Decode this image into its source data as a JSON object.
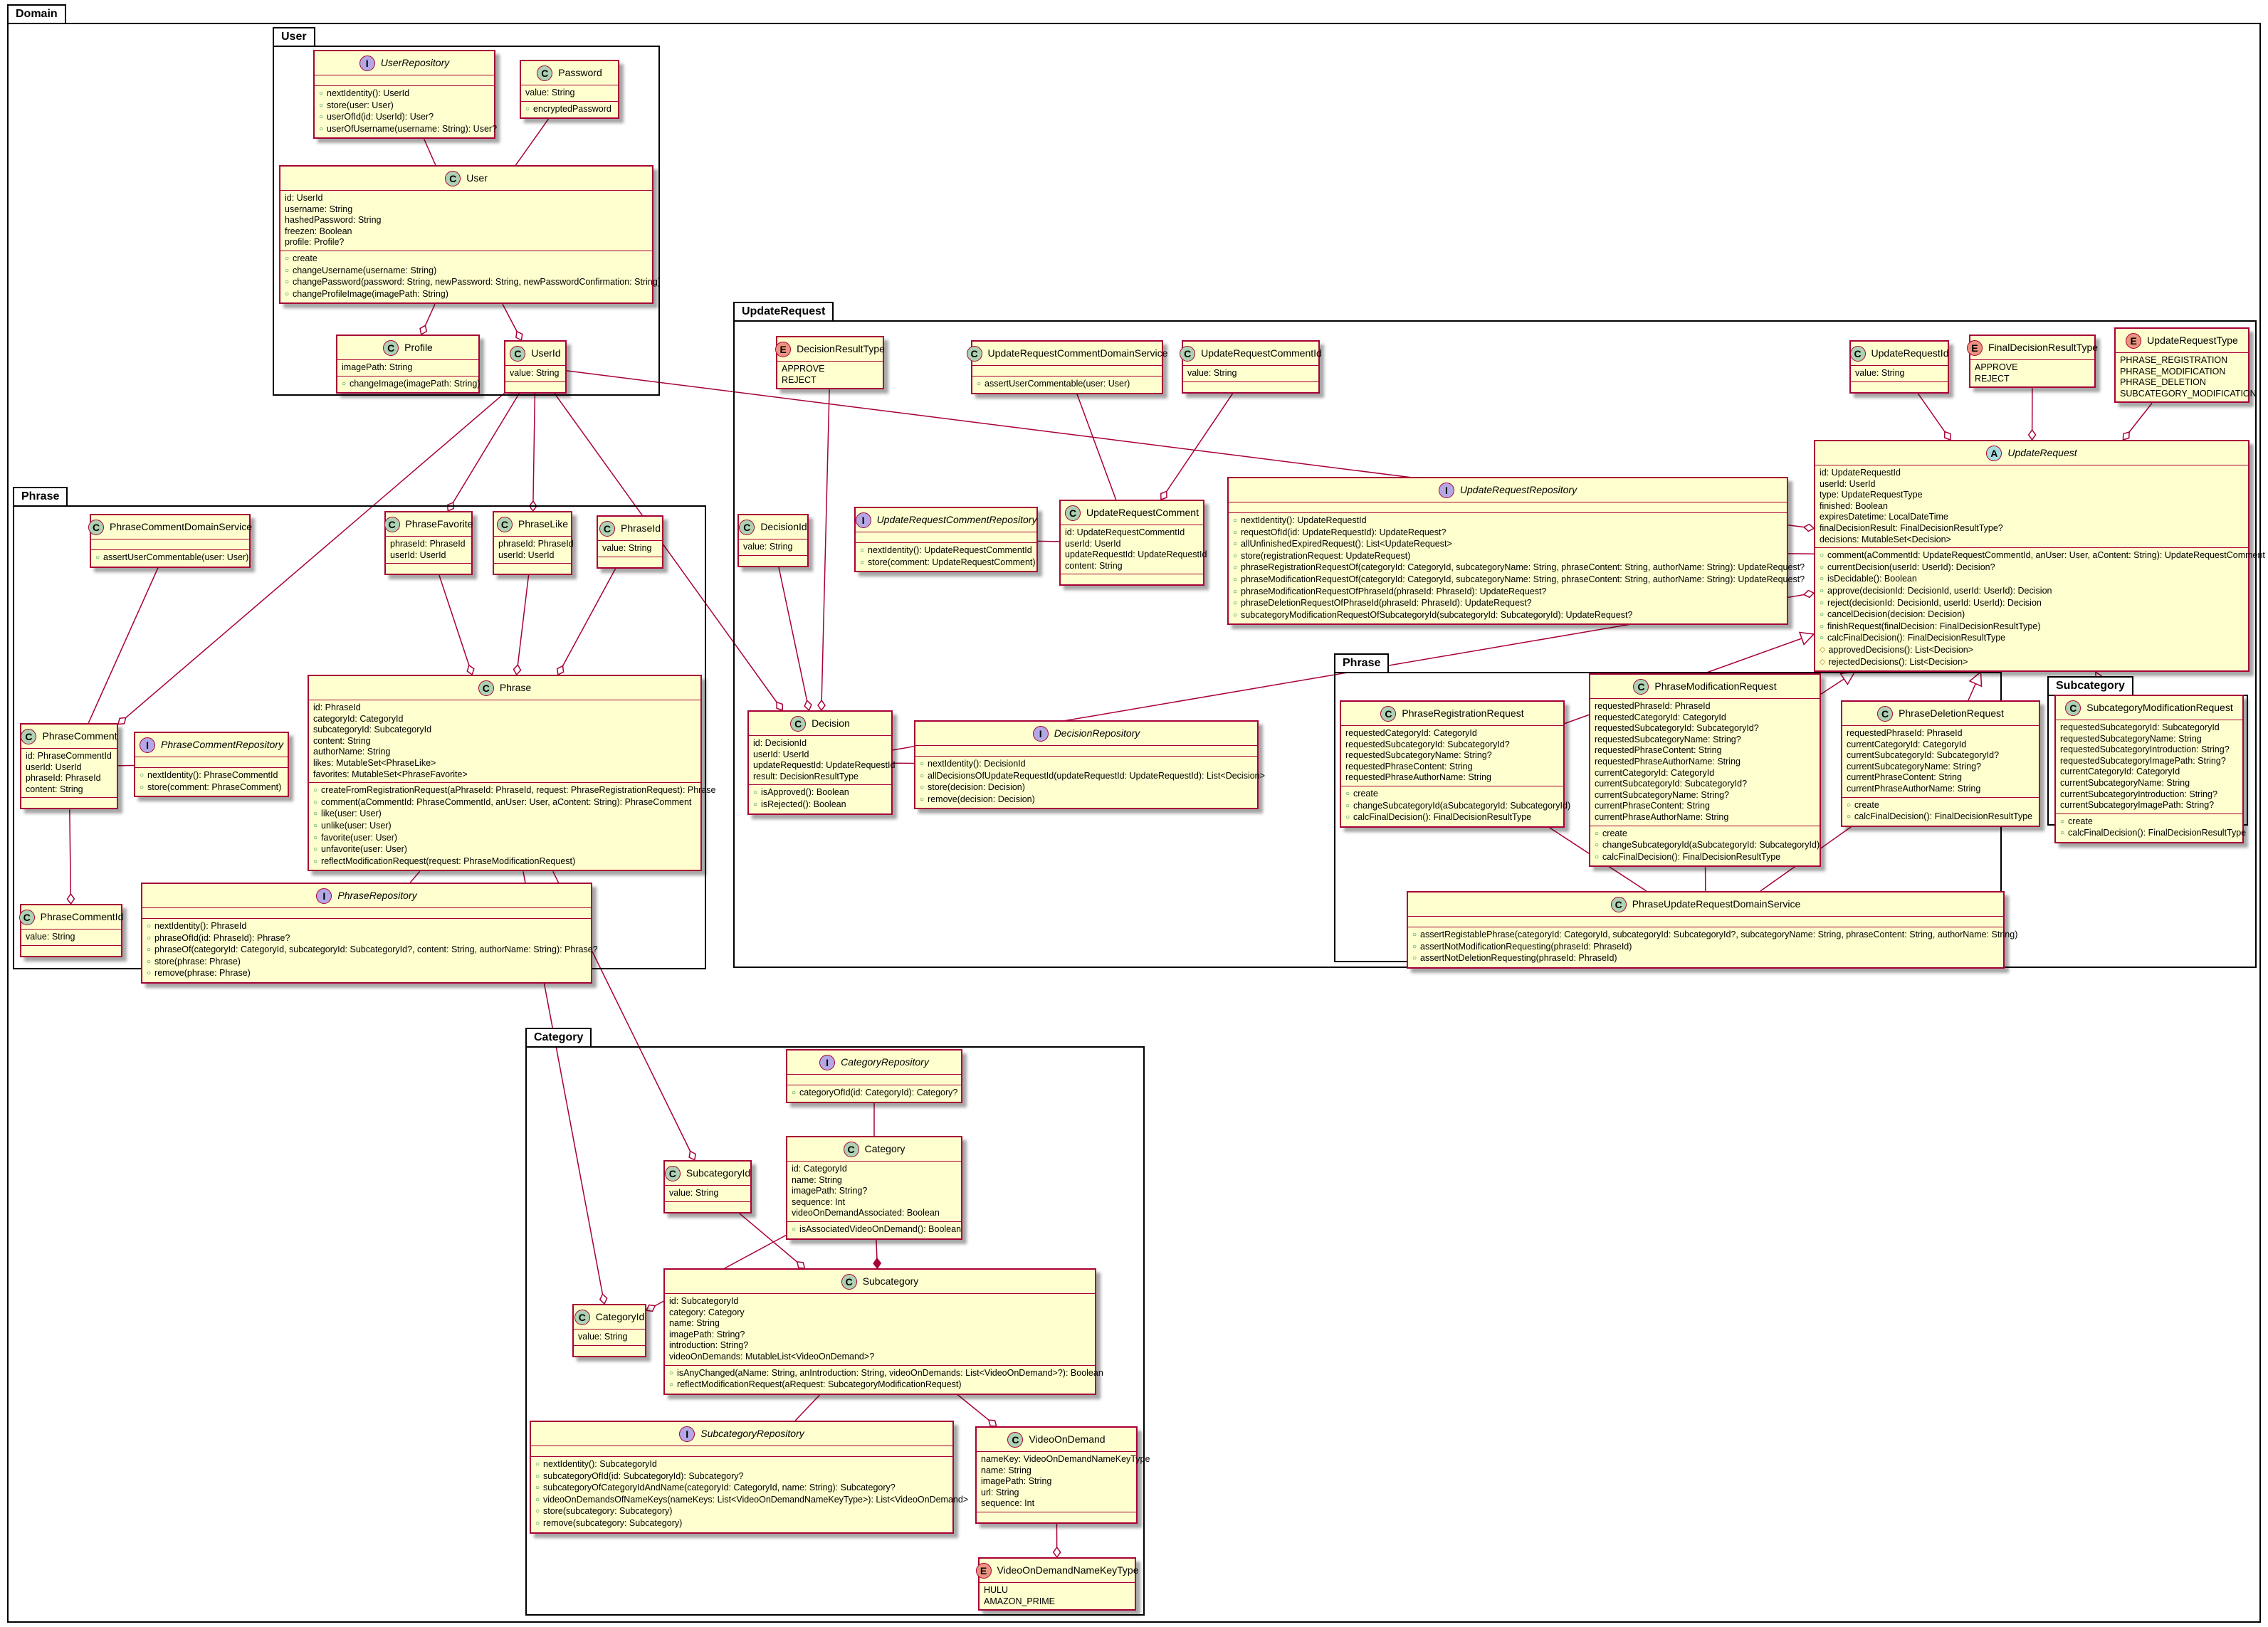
{
  "diagram": {
    "packages": {
      "domain": "Domain",
      "user": "User",
      "phrase": "Phrase",
      "update_request": "UpdateRequest",
      "category": "Category",
      "ur_phrase": "Phrase",
      "ur_subcategory": "Subcategory"
    },
    "classes": {
      "user_repository": {
        "name": "UserRepository",
        "kind": "I",
        "attrs": [],
        "methods": [
          "nextIdentity(): UserId",
          "store(user: User)",
          "userOfId(id: UserId): User?",
          "userOfUsername(username: String): User?"
        ]
      },
      "password": {
        "name": "Password",
        "kind": "C",
        "attrs": [
          "value: String"
        ],
        "methods": [
          "encryptedPassword"
        ]
      },
      "user": {
        "name": "User",
        "kind": "C",
        "attrs": [
          "id: UserId",
          "username: String",
          "hashedPassword: String",
          "freezen: Boolean",
          "profile: Profile?"
        ],
        "methods": [
          "create",
          "changeUsername(username: String)",
          "changePassword(password: String, newPassword: String, newPasswordConfirmation: String)",
          "changeProfileImage(imagePath: String)"
        ]
      },
      "profile": {
        "name": "Profile",
        "kind": "C",
        "attrs": [
          "imagePath: String"
        ],
        "methods": [
          "changeImage(imagePath: String)"
        ]
      },
      "user_id": {
        "name": "UserId",
        "kind": "C",
        "attrs": [
          "value: String"
        ],
        "methods": []
      },
      "phrase_comment_domain_service": {
        "name": "PhraseCommentDomainService",
        "kind": "C",
        "attrs": [],
        "methods": [
          "assertUserCommentable(user: User)"
        ]
      },
      "phrase_favorite": {
        "name": "PhraseFavorite",
        "kind": "C",
        "attrs": [
          "phraseId: PhraseId",
          "userId: UserId"
        ],
        "methods": []
      },
      "phrase_like": {
        "name": "PhraseLike",
        "kind": "C",
        "attrs": [
          "phraseId: PhraseId",
          "userId: UserId"
        ],
        "methods": []
      },
      "phrase_id": {
        "name": "PhraseId",
        "kind": "C",
        "attrs": [
          "value: String"
        ],
        "methods": []
      },
      "phrase": {
        "name": "Phrase",
        "kind": "C",
        "attrs": [
          "id: PhraseId",
          "categoryId: CategoryId",
          "subcategoryId: SubcategoryId",
          "content: String",
          "authorName: String",
          "likes: MutableSet<PhraseLike>",
          "favorites: MutableSet<PhraseFavorite>"
        ],
        "methods": [
          "createFromRegistrationRequest(aPhraseId: PhraseId, request: PhraseRegistrationRequest): Phrase",
          "comment(aCommentId: PhraseCommentId, anUser: User, aContent: String): PhraseComment",
          "like(user: User)",
          "unlike(user: User)",
          "favorite(user: User)",
          "unfavorite(user: User)",
          "reflectModificationRequest(request: PhraseModificationRequest)"
        ]
      },
      "phrase_comment": {
        "name": "PhraseComment",
        "kind": "C",
        "attrs": [
          "id: PhraseCommentId",
          "userId: UserId",
          "phraseId: PhraseId",
          "content: String"
        ],
        "methods": []
      },
      "phrase_comment_repository": {
        "name": "PhraseCommentRepository",
        "kind": "I",
        "attrs": [],
        "methods": [
          "nextIdentity(): PhraseCommentId",
          "store(comment: PhraseComment)"
        ]
      },
      "phrase_comment_id": {
        "name": "PhraseCommentId",
        "kind": "C",
        "attrs": [
          "value: String"
        ],
        "methods": []
      },
      "phrase_repository": {
        "name": "PhraseRepository",
        "kind": "I",
        "attrs": [],
        "methods": [
          "nextIdentity(): PhraseId",
          "phraseOfId(id: PhraseId): Phrase?",
          "phraseOf(categoryId: CategoryId, subcategoryId: SubcategoryId?, content: String, authorName: String): Phrase?",
          "store(phrase: Phrase)",
          "remove(phrase: Phrase)"
        ]
      },
      "decision_result_type": {
        "name": "DecisionResultType",
        "kind": "E",
        "attrs": [
          "APPROVE",
          "REJECT"
        ],
        "methods": []
      },
      "ur_comment_domain_service": {
        "name": "UpdateRequestCommentDomainService",
        "kind": "C",
        "attrs": [],
        "methods": [
          "assertUserCommentable(user: User)"
        ]
      },
      "ur_comment_id": {
        "name": "UpdateRequestCommentId",
        "kind": "C",
        "attrs": [
          "value: String"
        ],
        "methods": []
      },
      "ur_id": {
        "name": "UpdateRequestId",
        "kind": "C",
        "attrs": [
          "value: String"
        ],
        "methods": []
      },
      "final_decision_result_type": {
        "name": "FinalDecisionResultType",
        "kind": "E",
        "attrs": [
          "APPROVE",
          "REJECT"
        ],
        "methods": []
      },
      "update_request_type": {
        "name": "UpdateRequestType",
        "kind": "E",
        "attrs": [
          "PHRASE_REGISTRATION",
          "PHRASE_MODIFICATION",
          "PHRASE_DELETION",
          "SUBCATEGORY_MODIFICATION"
        ],
        "methods": []
      },
      "decision_id": {
        "name": "DecisionId",
        "kind": "C",
        "attrs": [
          "value: String"
        ],
        "methods": []
      },
      "ur_comment_repository": {
        "name": "UpdateRequestCommentRepository",
        "kind": "I",
        "attrs": [],
        "methods": [
          "nextIdentity(): UpdateRequestCommentId",
          "store(comment: UpdateRequestComment)"
        ]
      },
      "ur_comment": {
        "name": "UpdateRequestComment",
        "kind": "C",
        "attrs": [
          "id: UpdateRequestCommentId",
          "userId: UserId",
          "updateRequestId: UpdateRequestId",
          "content: String"
        ],
        "methods": []
      },
      "ur_repository": {
        "name": "UpdateRequestRepository",
        "kind": "I",
        "attrs": [],
        "methods": [
          "nextIdentity(): UpdateRequestId",
          "requestOfId(id: UpdateRequestId): UpdateRequest?",
          "allUnfinishedExpiredRequest(): List<UpdateRequest>",
          "store(registrationRequest: UpdateRequest)",
          "phraseRegistrationRequestOf(categoryId: CategoryId, subcategoryName: String, phraseContent: String, authorName: String): UpdateRequest?",
          "phraseModificationRequestOf(categoryId: CategoryId, subcategoryName: String, phraseContent: String, authorName: String): UpdateRequest?",
          "phraseModificationRequestOfPhraseId(phraseId: PhraseId): UpdateRequest?",
          "phraseDeletionRequestOfPhraseId(phraseId: PhraseId): UpdateRequest?",
          "subcategoryModificationRequestOfSubcategoryId(subcategoryId: SubcategoryId): UpdateRequest?"
        ]
      },
      "update_request": {
        "name": "UpdateRequest",
        "kind": "A",
        "attrs": [
          "id: UpdateRequestId",
          "userId: UserId",
          "type: UpdateRequestType",
          "finished: Boolean",
          "expiresDatetime: LocalDateTime",
          "finalDecisionResult: FinalDecisionResultType?",
          "decisions: MutableSet<Decision>"
        ],
        "methods": [
          "comment(aCommentId: UpdateRequestCommentId, anUser: User, aContent: String): UpdateRequestComment",
          "currentDecision(userId: UserId): Decision?",
          "isDecidable(): Boolean",
          "approve(decisionId: DecisionId, userId: UserId): Decision",
          "reject(decisionId: DecisionId, userId: UserId): Decision",
          "cancelDecision(decision: Decision)",
          "finishRequest(finalDecision: FinalDecisionResultType)",
          "calcFinalDecision(): FinalDecisionResultType"
        ],
        "protected": [
          "approvedDecisions(): List<Decision>",
          "rejectedDecisions(): List<Decision>"
        ]
      },
      "decision": {
        "name": "Decision",
        "kind": "C",
        "attrs": [
          "id: DecisionId",
          "userId: UserId",
          "updateRequestId: UpdateRequestId",
          "result: DecisionResultType"
        ],
        "methods": [
          "isApproved(): Boolean",
          "isRejected(): Boolean"
        ]
      },
      "decision_repository": {
        "name": "DecisionRepository",
        "kind": "I",
        "attrs": [],
        "methods": [
          "nextIdentity(): DecisionId",
          "allDecisionsOfUpdateRequestId(updateRequestId: UpdateRequestId): List<Decision>",
          "store(decision: Decision)",
          "remove(decision: Decision)"
        ]
      },
      "phrase_registration_request": {
        "name": "PhraseRegistrationRequest",
        "kind": "C",
        "attrs": [
          "requestedCategoryId: CategoryId",
          "requestedSubcategoryId: SubcategoryId?",
          "requestedSubcategoryName: String?",
          "requestedPhraseContent: String",
          "requestedPhraseAuthorName: String"
        ],
        "methods": [
          "create",
          "changeSubcategoryId(aSubcategoryId: SubcategoryId)",
          "calcFinalDecision(): FinalDecisionResultType"
        ]
      },
      "phrase_modification_request": {
        "name": "PhraseModificationRequest",
        "kind": "C",
        "attrs": [
          "requestedPhraseId: PhraseId",
          "requestedCategoryId: CategoryId",
          "requestedSubcategoryId: SubcategoryId?",
          "requestedSubcategoryName: String?",
          "requestedPhraseContent: String",
          "requestedPhraseAuthorName: String",
          "currentCategoryId: CategoryId",
          "currentSubcategoryId: SubcategoryId?",
          "currentSubcategoryName: String?",
          "currentPhraseContent: String",
          "currentPhraseAuthorName: String"
        ],
        "methods": [
          "create",
          "changeSubcategoryId(aSubcategoryId: SubcategoryId)",
          "calcFinalDecision(): FinalDecisionResultType"
        ]
      },
      "phrase_deletion_request": {
        "name": "PhraseDeletionRequest",
        "kind": "C",
        "attrs": [
          "requestedPhraseId: PhraseId",
          "currentCategoryId: CategoryId",
          "currentSubcategoryId: SubcategoryId?",
          "currentSubcategoryName: String?",
          "currentPhraseContent: String",
          "currentPhraseAuthorName: String"
        ],
        "methods": [
          "create",
          "calcFinalDecision(): FinalDecisionResultType"
        ]
      },
      "subcategory_modification_request": {
        "name": "SubcategoryModificationRequest",
        "kind": "C",
        "attrs": [
          "requestedSubcategoryId: SubcategoryId",
          "requestedSubcategoryName: String",
          "requestedSubcategoryIntroduction: String?",
          "requestedSubcategoryImagePath: String?",
          "currentCategoryId: CategoryId",
          "currentSubcategoryName: String",
          "currentSubcategoryIntroduction: String?",
          "currentSubcategoryImagePath: String?"
        ],
        "methods": [
          "create",
          "calcFinalDecision(): FinalDecisionResultType"
        ]
      },
      "phrase_ur_domain_service": {
        "name": "PhraseUpdateRequestDomainService",
        "kind": "C",
        "attrs": [],
        "methods": [
          "assertRegistablePhrase(categoryId: CategoryId, subcategoryId: SubcategoryId?, subcategoryName: String, phraseContent: String, authorName: String)",
          "assertNotModificationRequesting(phraseId: PhraseId)",
          "assertNotDeletionRequesting(phraseId: PhraseId)"
        ]
      },
      "category_repository": {
        "name": "CategoryRepository",
        "kind": "I",
        "attrs": [],
        "methods": [
          "categoryOfId(id: CategoryId): Category?"
        ]
      },
      "category": {
        "name": "Category",
        "kind": "C",
        "attrs": [
          "id: CategoryId",
          "name: String",
          "imagePath: String?",
          "sequence: Int",
          "videoOnDemandAssociated: Boolean"
        ],
        "methods": [
          "isAssociatedVideoOnDemand(): Boolean"
        ]
      },
      "subcategory_id": {
        "name": "SubcategoryId",
        "kind": "C",
        "attrs": [
          "value: String"
        ],
        "methods": []
      },
      "subcategory": {
        "name": "Subcategory",
        "kind": "C",
        "attrs": [
          "id: SubcategoryId",
          "category: Category",
          "name: String",
          "imagePath: String?",
          "introduction: String?",
          "videoOnDemands: MutableList<VideoOnDemand>?"
        ],
        "methods": [
          "isAnyChanged(aName: String, anIntroduction: String, videoOnDemands: List<VideoOnDemand>?): Boolean",
          "reflectModificationRequest(aRequest: SubcategoryModificationRequest)"
        ]
      },
      "category_id": {
        "name": "CategoryId",
        "kind": "C",
        "attrs": [
          "value: String"
        ],
        "methods": []
      },
      "subcategory_repository": {
        "name": "SubcategoryRepository",
        "kind": "I",
        "attrs": [],
        "methods": [
          "nextIdentity(): SubcategoryId",
          "subcategoryOfId(id: SubcategoryId): Subcategory?",
          "subcategoryOfCategoryIdAndName(categoryId: CategoryId, name: String): Subcategory?",
          "videoOnDemandsOfNameKeys(nameKeys: List<VideoOnDemandNameKeyType>): List<VideoOnDemand>",
          "store(subcategory: Subcategory)",
          "remove(subcategory: Subcategory)"
        ]
      },
      "video_on_demand": {
        "name": "VideoOnDemand",
        "kind": "C",
        "attrs": [
          "nameKey: VideoOnDemandNameKeyType",
          "name: String",
          "imagePath: String",
          "url: String",
          "sequence: Int"
        ],
        "methods": []
      },
      "vod_name_key_type": {
        "name": "VideoOnDemandNameKeyType",
        "kind": "E",
        "attrs": [
          "HULU",
          "AMAZON_PRIME"
        ],
        "methods": []
      }
    },
    "relations": [
      {
        "from": "user_repository",
        "to": "user",
        "type": "line"
      },
      {
        "from": "password",
        "to": "user",
        "type": "line"
      },
      {
        "from": "user",
        "to": "profile",
        "type": "aggregation"
      },
      {
        "from": "user",
        "to": "user_id",
        "type": "aggregation"
      },
      {
        "from": "user_id",
        "to": "phrase_favorite",
        "type": "aggregation"
      },
      {
        "from": "user_id",
        "to": "phrase_like",
        "type": "aggregation"
      },
      {
        "from": "user_id",
        "to": "phrase_comment",
        "type": "aggregation"
      },
      {
        "from": "user_id",
        "to": "decision",
        "type": "aggregation"
      },
      {
        "from": "user_id",
        "to": "update_request",
        "type": "aggregation"
      },
      {
        "from": "phrase_comment_domain_service",
        "to": "phrase_comment",
        "type": "line"
      },
      {
        "from": "phrase_comment",
        "to": "phrase_comment_repository",
        "type": "line"
      },
      {
        "from": "phrase_comment",
        "to": "phrase_comment_id",
        "type": "aggregation"
      },
      {
        "from": "phrase_favorite",
        "to": "phrase",
        "type": "aggregation"
      },
      {
        "from": "phrase_like",
        "to": "phrase",
        "type": "aggregation"
      },
      {
        "from": "phrase_id",
        "to": "phrase",
        "type": "aggregation"
      },
      {
        "from": "phrase",
        "to": "phrase_repository",
        "type": "line"
      },
      {
        "from": "phrase",
        "to": "category_id",
        "type": "aggregation"
      },
      {
        "from": "phrase",
        "to": "subcategory_id",
        "type": "aggregation"
      },
      {
        "from": "decision_result_type",
        "to": "decision",
        "type": "aggregation"
      },
      {
        "from": "decision_id",
        "to": "decision",
        "type": "aggregation"
      },
      {
        "from": "decision",
        "to": "decision_repository",
        "type": "line"
      },
      {
        "from": "decision",
        "to": "update_request",
        "type": "aggregation"
      },
      {
        "from": "ur_comment_domain_service",
        "to": "ur_comment",
        "type": "line"
      },
      {
        "from": "ur_comment_id",
        "to": "ur_comment",
        "type": "aggregation"
      },
      {
        "from": "ur_comment_repository",
        "to": "ur_comment",
        "type": "line"
      },
      {
        "from": "ur_repository",
        "to": "update_request",
        "type": "line"
      },
      {
        "from": "ur_id",
        "to": "update_request",
        "type": "aggregation"
      },
      {
        "from": "final_decision_result_type",
        "to": "update_request",
        "type": "aggregation"
      },
      {
        "from": "update_request_type",
        "to": "update_request",
        "type": "aggregation"
      },
      {
        "from": "phrase_registration_request",
        "to": "update_request",
        "type": "extension"
      },
      {
        "from": "phrase_modification_request",
        "to": "update_request",
        "type": "extension"
      },
      {
        "from": "phrase_deletion_request",
        "to": "update_request",
        "type": "extension"
      },
      {
        "from": "subcategory_modification_request",
        "to": "update_request",
        "type": "extension"
      },
      {
        "from": "phrase_registration_request",
        "to": "phrase_ur_domain_service",
        "type": "line"
      },
      {
        "from": "phrase_modification_request",
        "to": "phrase_ur_domain_service",
        "type": "line"
      },
      {
        "from": "phrase_deletion_request",
        "to": "phrase_ur_domain_service",
        "type": "line"
      },
      {
        "from": "category_repository",
        "to": "category",
        "type": "line"
      },
      {
        "from": "category",
        "to": "category_id",
        "type": "aggregation"
      },
      {
        "from": "category",
        "to": "subcategory",
        "type": "composition"
      },
      {
        "from": "subcategory_id",
        "to": "subcategory",
        "type": "aggregation"
      },
      {
        "from": "subcategory",
        "to": "subcategory_repository",
        "type": "line"
      },
      {
        "from": "subcategory",
        "to": "video_on_demand",
        "type": "aggregation"
      },
      {
        "from": "video_on_demand",
        "to": "vod_name_key_type",
        "type": "aggregation"
      }
    ],
    "colors": {
      "border": "#a80036",
      "fill": "#fefece",
      "class_badge": "#add1b2",
      "interface_badge": "#b4a7e5",
      "enum_badge": "#eb937f",
      "abstract_badge": "#a9dcdf"
    }
  }
}
